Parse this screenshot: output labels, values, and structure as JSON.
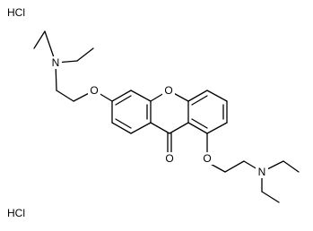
{
  "diagram": {
    "type": "chemical-structure",
    "salts": [
      "HCl",
      "HCl"
    ],
    "atoms": [
      {
        "id": "O_ring",
        "label": "O"
      },
      {
        "id": "O_ether_left",
        "label": "O"
      },
      {
        "id": "O_ether_right",
        "label": "O"
      },
      {
        "id": "O_carbonyl",
        "label": "O"
      },
      {
        "id": "N_left",
        "label": "N"
      },
      {
        "id": "N_right",
        "label": "N"
      }
    ]
  }
}
